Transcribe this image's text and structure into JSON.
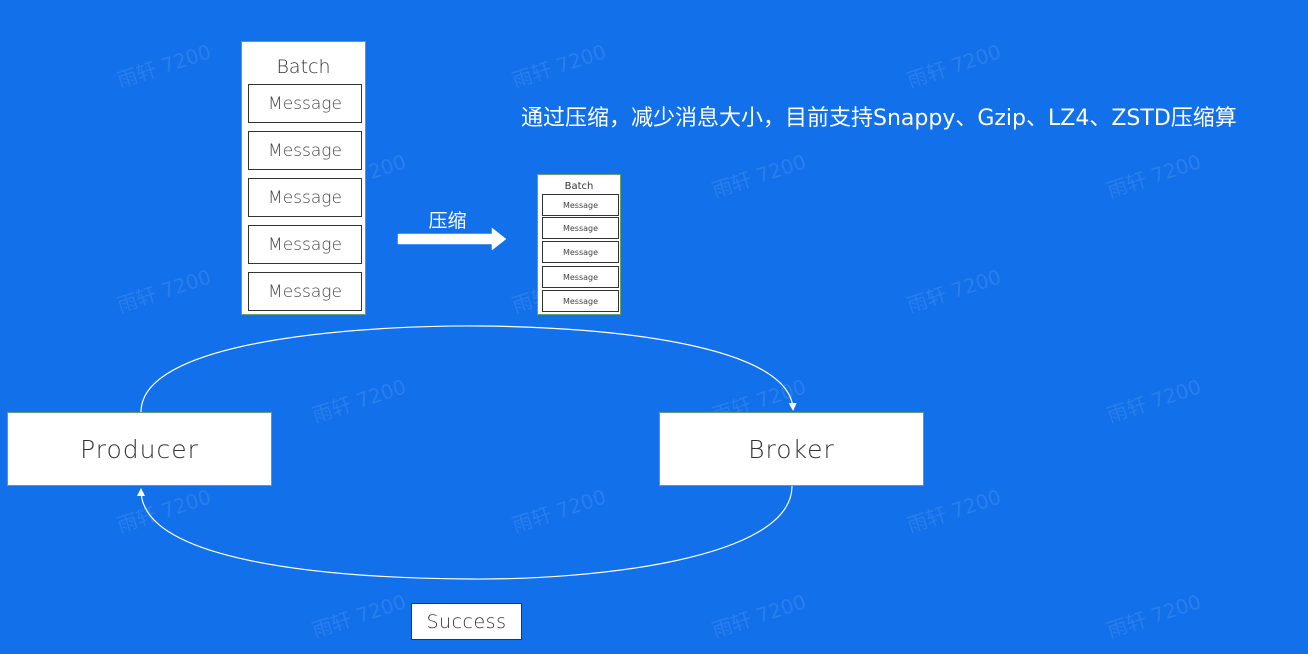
{
  "batch_large": {
    "title": "Batch",
    "messages": [
      "Message",
      "Message",
      "Message",
      "Message",
      "Message"
    ]
  },
  "batch_small": {
    "title": "Batch",
    "messages": [
      "Message",
      "Message",
      "Message",
      "Message",
      "Message"
    ]
  },
  "compress_label": "压缩",
  "description": "通过压缩，减少消息大小，目前支持Snappy、Gzip、LZ4、ZSTD压缩算",
  "producer_label": "Producer",
  "broker_label": "Broker",
  "success_label": "Success",
  "watermark_text": "雨轩 7200",
  "colors": {
    "background": "#1170EA",
    "box": "#FFFFFF",
    "box_border": "#6A9E6A",
    "line": "#FFFFFF"
  }
}
